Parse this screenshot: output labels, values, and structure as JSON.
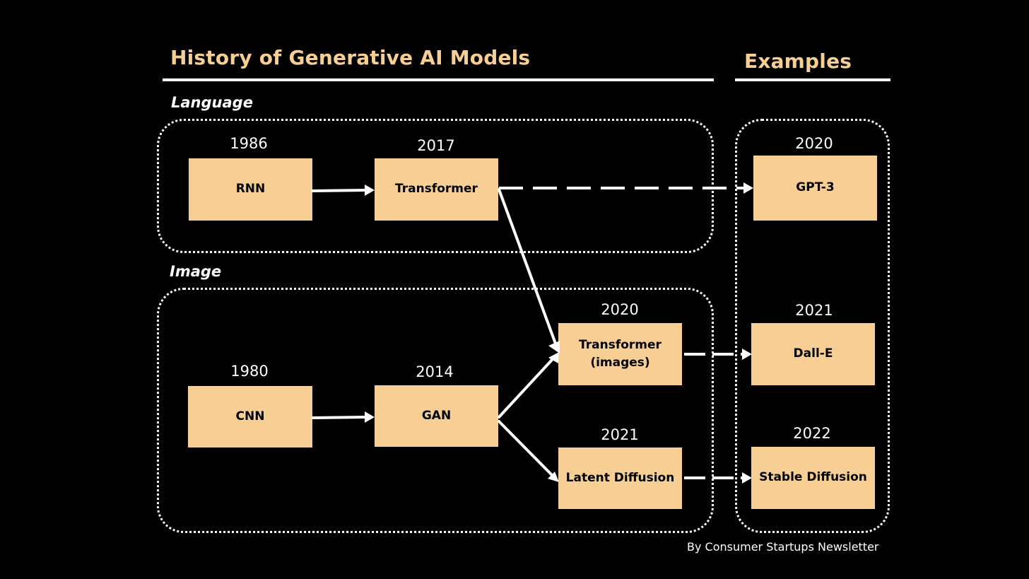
{
  "header": {
    "title": "History of Generative AI Models",
    "examples_title": "Examples"
  },
  "sections": {
    "language": "Language",
    "image": "Image"
  },
  "nodes": {
    "rnn": {
      "label": "RNN",
      "year": "1986"
    },
    "transformer": {
      "label": "Transformer",
      "year": "2017"
    },
    "gpt3": {
      "label": "GPT-3",
      "year": "2020"
    },
    "cnn": {
      "label": "CNN",
      "year": "1980"
    },
    "gan": {
      "label": "GAN",
      "year": "2014"
    },
    "transformer_images": {
      "label": "Transformer\n(images)",
      "year": "2020"
    },
    "latent_diffusion": {
      "label": "Latent Diffusion",
      "year": "2021"
    },
    "dalle": {
      "label": "Dall-E",
      "year": "2021"
    },
    "stable_diffusion": {
      "label": "Stable Diffusion",
      "year": "2022"
    }
  },
  "edges": [
    {
      "from": "RNN",
      "to": "Transformer",
      "style": "solid"
    },
    {
      "from": "Transformer",
      "to": "GPT-3",
      "style": "dashed"
    },
    {
      "from": "Transformer",
      "to": "Transformer (images)",
      "style": "solid"
    },
    {
      "from": "CNN",
      "to": "GAN",
      "style": "solid"
    },
    {
      "from": "GAN",
      "to": "Transformer (images)",
      "style": "solid"
    },
    {
      "from": "GAN",
      "to": "Latent Diffusion",
      "style": "solid"
    },
    {
      "from": "Transformer (images)",
      "to": "Dall-E",
      "style": "dashed"
    },
    {
      "from": "Latent Diffusion",
      "to": "Stable Diffusion",
      "style": "dashed"
    }
  ],
  "footer": {
    "credit": "By Consumer Startups Newsletter"
  },
  "colors": {
    "background": "#000000",
    "accent": "#f7cf94",
    "line": "#ffffff",
    "node_text": "#000000"
  }
}
